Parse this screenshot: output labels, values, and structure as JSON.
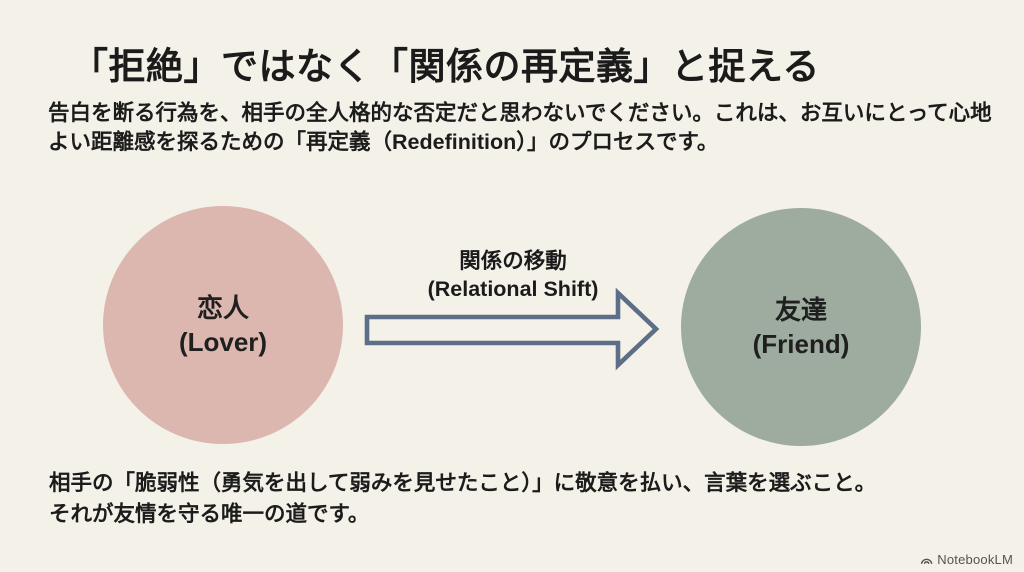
{
  "slide": {
    "title": "「拒絶」ではなく「関係の再定義」と捉える",
    "intro": {
      "line1": "告白を断る行為を、相手の全人格的な否定だと思わないでください。これは、お互いにとって心地",
      "line2": "よい距離感を探るための「再定義（Redefinition）」のプロセスです。"
    },
    "diagram": {
      "left_circle": {
        "label_ja": "恋人",
        "label_en": "(Lover)",
        "color": "#dcb7b0"
      },
      "arrow": {
        "label_ja": "関係の移動",
        "label_en": "(Relational Shift)",
        "color": "#5c6e88"
      },
      "right_circle": {
        "label_ja": "友達",
        "label_en": "(Friend)",
        "color": "#9dac9f"
      }
    },
    "footer": {
      "line1": "相手の「脆弱性（勇気を出して弱みを見せたこと）」に敬意を払い、言葉を選ぶこと。",
      "line2": "それが友情を守る唯一の道です。"
    },
    "watermark": "NotebookLM",
    "colors": {
      "background": "#f4f1e8",
      "text": "#1b1b1b",
      "watermark_text": "#55544e"
    }
  }
}
